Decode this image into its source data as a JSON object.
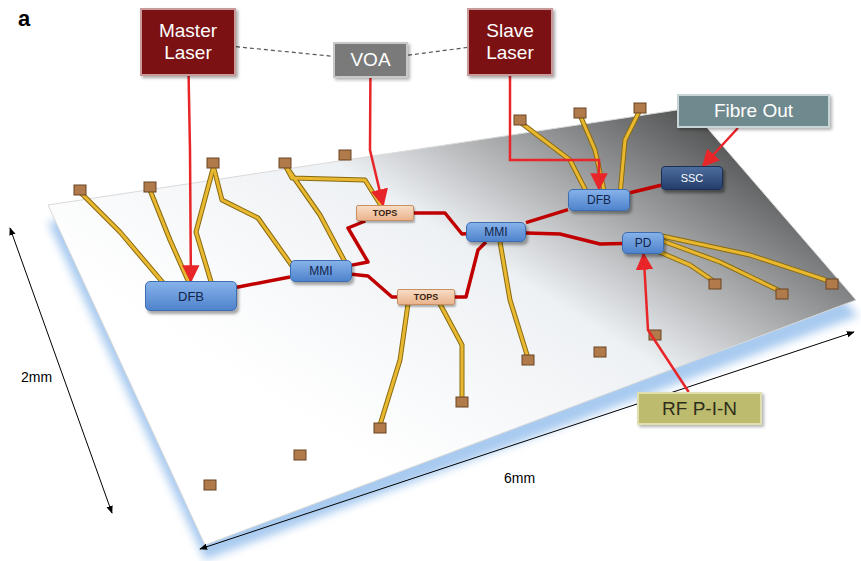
{
  "diagram": {
    "nodes": [
      {
        "text": [
          "Master Laser"
        ]
      },
      {
        "text": [
          "VOA"
        ]
      },
      {
        "text": [
          "Slave Laser"
        ]
      },
      {
        "text": [
          "Fibre Out"
        ]
      },
      {
        "text": [
          "DFB"
        ]
      },
      {
        "text": [
          "MMI"
        ]
      },
      {
        "text": [
          "TOPS"
        ]
      },
      {
        "text": [
          "TOPS"
        ]
      },
      {
        "text": [
          "MMI"
        ]
      },
      {
        "text": [
          "DFB"
        ]
      },
      {
        "text": [
          "SSC"
        ]
      },
      {
        "text": [
          "PD"
        ]
      },
      {
        "text": [
          "RF P-I-N"
        ]
      }
    ],
    "edges": [
      {
        "from": 0,
        "to": 4,
        "arrow": "to"
      },
      {
        "from": 1,
        "to": 6,
        "arrow": "to"
      },
      {
        "from": 2,
        "to": 9,
        "arrow": "to"
      },
      {
        "from": 3,
        "to": 10,
        "arrow": "to"
      },
      {
        "from": 12,
        "to": 11,
        "arrow": "to"
      },
      {
        "from": 0,
        "to": 1,
        "arrow": "none"
      },
      {
        "from": 1,
        "to": 2,
        "arrow": "none"
      },
      {
        "from": 4,
        "to": 5,
        "arrow": "none"
      },
      {
        "from": 5,
        "to": 6,
        "arrow": "none"
      },
      {
        "from": 5,
        "to": 7,
        "arrow": "none"
      },
      {
        "from": 6,
        "to": 8,
        "arrow": "none"
      },
      {
        "from": 7,
        "to": 8,
        "arrow": "none"
      },
      {
        "from": 8,
        "to": 9,
        "arrow": "none"
      },
      {
        "from": 8,
        "to": 11,
        "arrow": "none"
      },
      {
        "from": 9,
        "to": 10,
        "arrow": "none"
      }
    ],
    "labels": [
      "a",
      "2mm",
      "6mm"
    ]
  }
}
